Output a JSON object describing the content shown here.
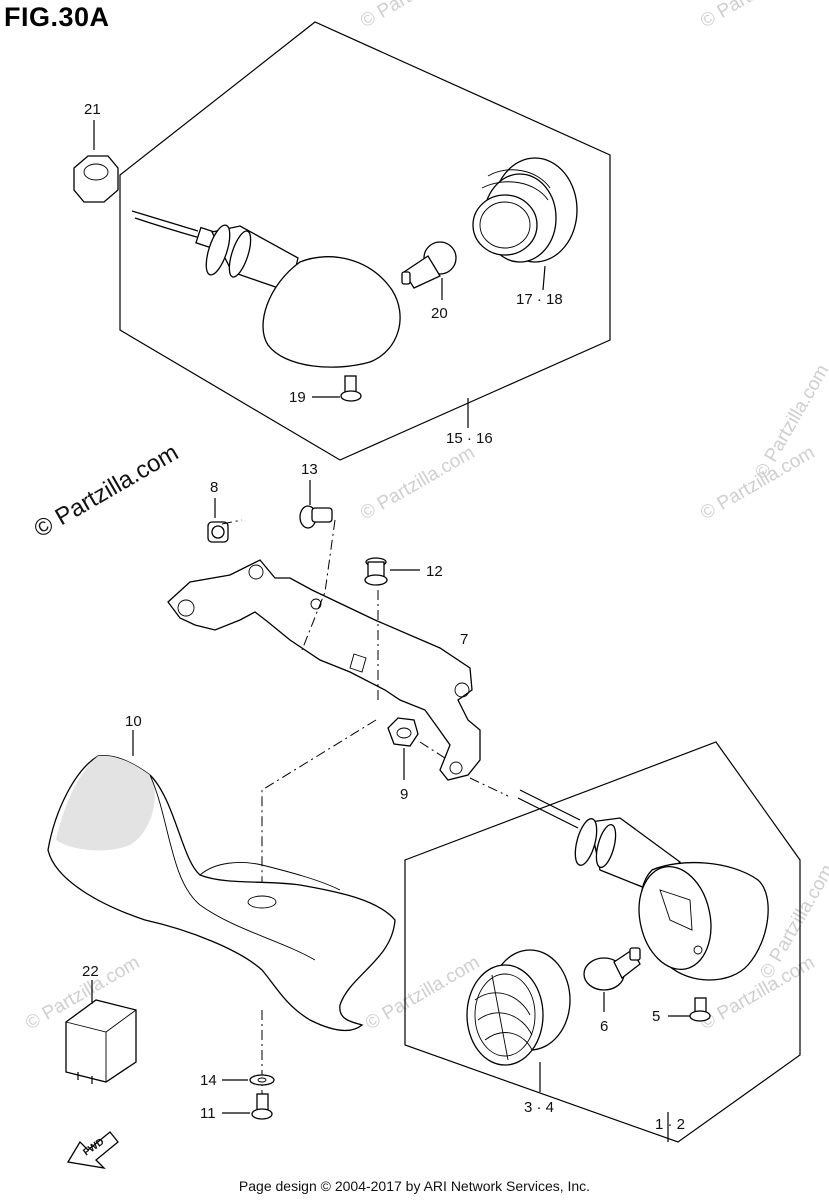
{
  "figure_title": "FIG.30A",
  "watermark_main": "© Partzilla.com",
  "watermark_faint": "© Partzilla.com",
  "footer": "Page design © 2004-2017 by ARI Network Services, Inc.",
  "fwd_label": "FWD",
  "callouts": {
    "c21": "21",
    "c17_18": "17 · 18",
    "c20": "20",
    "c19": "19",
    "c15_16": "15 · 16",
    "c13": "13",
    "c8": "8",
    "c12": "12",
    "c7": "7",
    "c10": "10",
    "c9": "9",
    "c22": "22",
    "c14": "14",
    "c11": "11",
    "c6": "6",
    "c5": "5",
    "c3_4": "3 · 4",
    "c1_2": "1 · 2"
  }
}
